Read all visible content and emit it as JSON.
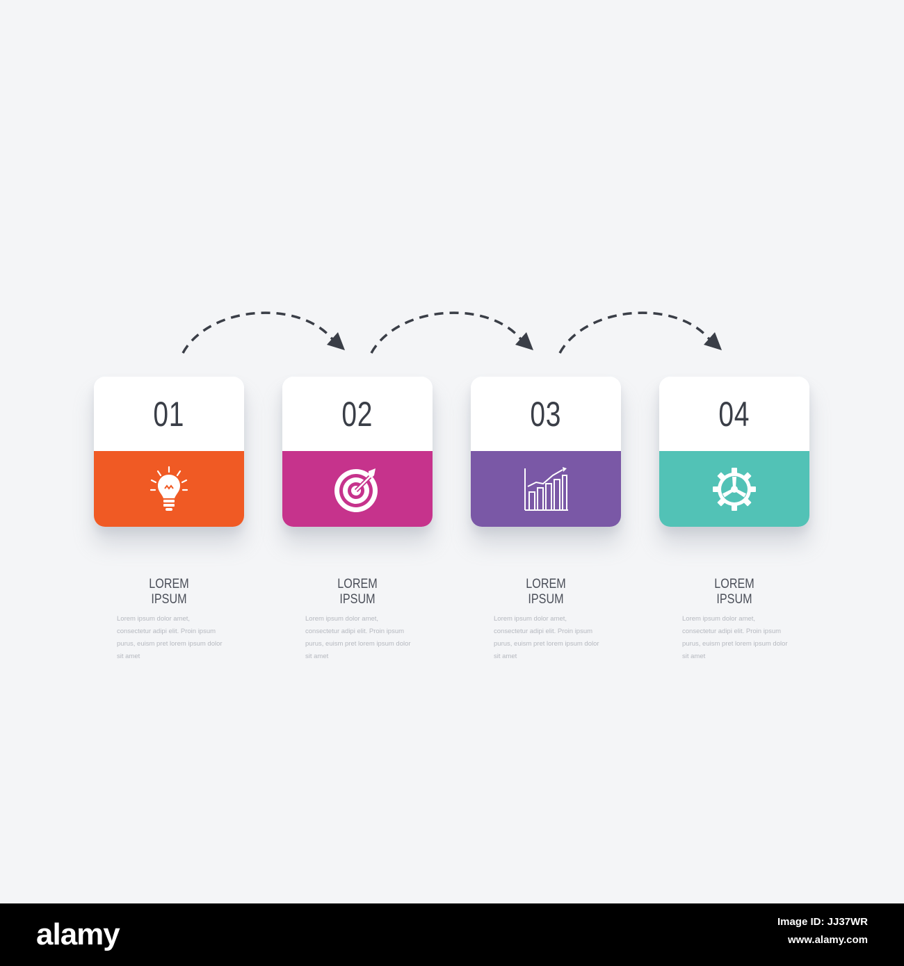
{
  "steps": [
    {
      "number": "01",
      "color": "#f05a24",
      "icon": "lightbulb-icon",
      "title": "LOREM IPSUM",
      "description": "Lorem ipsum dolor amet, consectetur adipi elit. Proin ipsum purus, euism pret lorem ipsum dolor sit amet"
    },
    {
      "number": "02",
      "color": "#c6338c",
      "icon": "target-icon",
      "title": "LOREM IPSUM",
      "description": "Lorem ipsum dolor amet, consectetur adipi elit. Proin ipsum purus, euism pret lorem ipsum dolor sit amet"
    },
    {
      "number": "03",
      "color": "#7a58a6",
      "icon": "bar-chart-icon",
      "title": "LOREM IPSUM",
      "description": "Lorem ipsum dolor amet, consectetur adipi elit. Proin ipsum purus, euism pret lorem ipsum dolor sit amet"
    },
    {
      "number": "04",
      "color": "#52c2b6",
      "icon": "gear-icon",
      "title": "LOREM IPSUM",
      "description": "Lorem ipsum dolor amet, consectetur adipi elit. Proin ipsum purus, euism pret lorem ipsum dolor sit amet"
    }
  ],
  "arrow_color": "#3a3e47",
  "background_color": "#f4f5f7",
  "footer": {
    "logo": "alamy",
    "image_id": "Image ID: JJ37WR",
    "url": "www.alamy.com"
  }
}
